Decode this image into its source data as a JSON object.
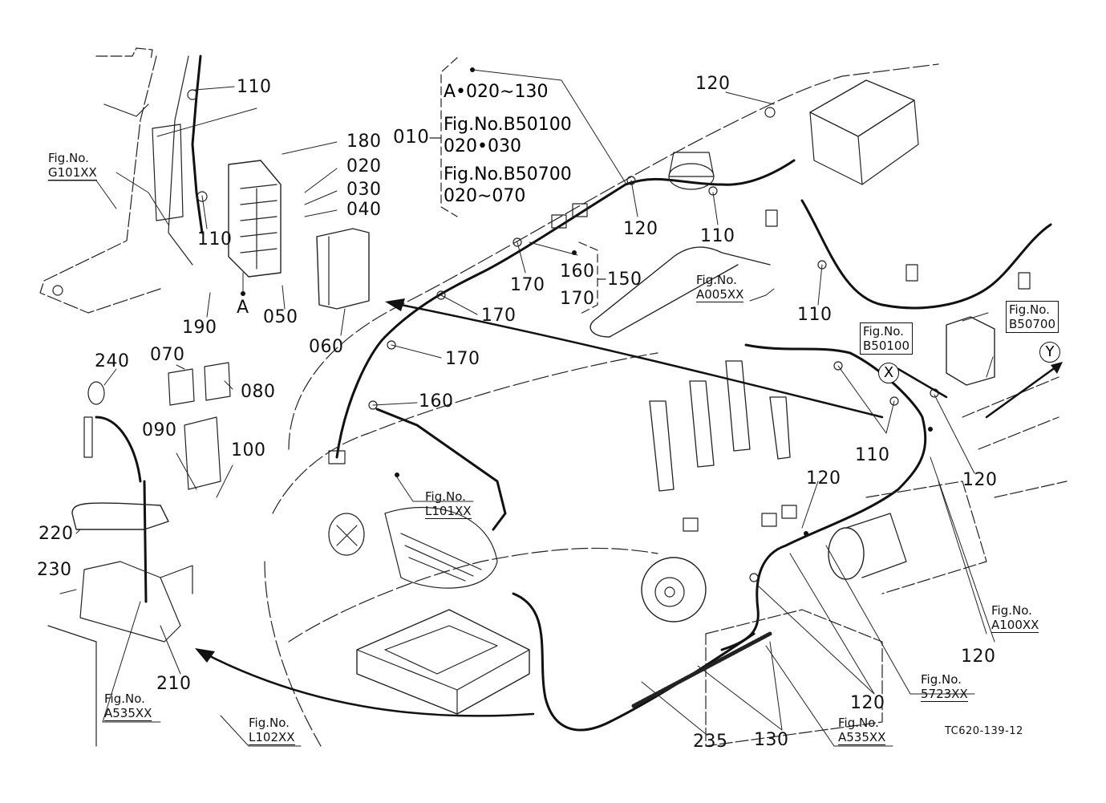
{
  "diagram": {
    "type": "exploded parts diagram - wiring harness",
    "reference_code": "TC620-139-12",
    "callout_010": {
      "number": "010",
      "lines": [
        "A•020∼130",
        "Fig.No.B50100",
        "020•030",
        "Fig.No.B50700",
        "020∼070"
      ]
    },
    "callout_150": {
      "number": "150",
      "lines": [
        "160",
        "170"
      ]
    },
    "part_labels": {
      "p110_a": "110",
      "p110_b": "110",
      "p110_c": "110",
      "p110_d": "110",
      "p110_e": "110",
      "p180": "180",
      "p020": "020",
      "p030": "030",
      "p040": "040",
      "p050": "050",
      "p060": "060",
      "p190": "190",
      "pA": "A",
      "p120_a": "120",
      "p120_b": "120",
      "p120_c": "120",
      "p120_d": "120",
      "p120_e": "120",
      "p120_f": "120",
      "p170_a": "170",
      "p170_b": "170",
      "p170_c": "170",
      "p160": "160",
      "p240": "240",
      "p070": "070",
      "p080": "080",
      "p090": "090",
      "p100": "100",
      "p220": "220",
      "p230": "230",
      "p210": "210",
      "p235": "235",
      "p130": "130"
    },
    "fig_refs": {
      "g101": {
        "prefix": "Fig.No.",
        "code": "G101XX"
      },
      "a005": {
        "prefix": "Fig.No.",
        "code": "A005XX"
      },
      "b50100": {
        "prefix": "Fig.No.",
        "code": "B50100"
      },
      "b50700": {
        "prefix": "Fig.No.",
        "code": "B50700"
      },
      "l101": {
        "prefix": "Fig.No.",
        "code": "L101XX"
      },
      "a100": {
        "prefix": "Fig.No.",
        "code": "A100XX"
      },
      "s5723": {
        "prefix": "Fig.No.",
        "code": "5723XX"
      },
      "a535_left": {
        "prefix": "Fig.No.",
        "code": "A535XX"
      },
      "a535_right": {
        "prefix": "Fig.No.",
        "code": "A535XX"
      },
      "l102": {
        "prefix": "Fig.No.",
        "code": "L102XX"
      }
    },
    "connectors": {
      "x": "X",
      "y": "Y"
    }
  }
}
